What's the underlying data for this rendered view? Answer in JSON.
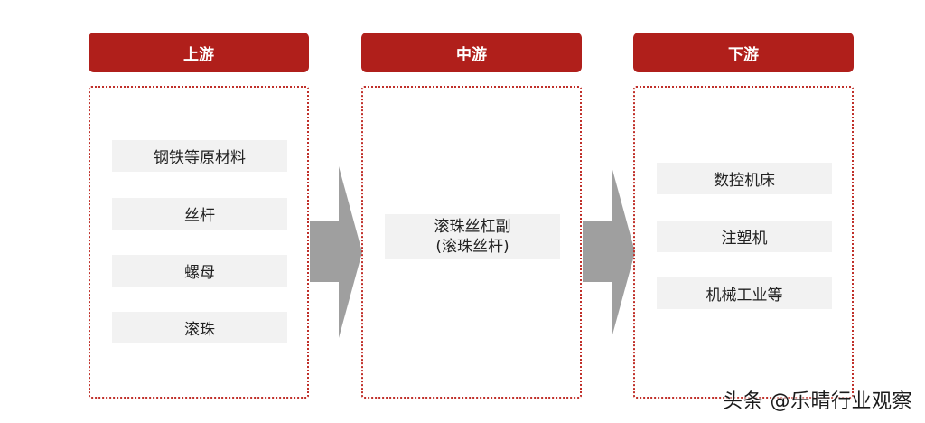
{
  "columns": [
    {
      "header": "上游",
      "items": [
        "钢铁等原材料",
        "丝杆",
        "螺母",
        "滚珠"
      ]
    },
    {
      "header": "中游",
      "items": [
        [
          "滚珠丝杠副",
          "(滚珠丝杆)"
        ]
      ]
    },
    {
      "header": "下游",
      "items": [
        "数控机床",
        "注塑机",
        "机械工业等"
      ]
    }
  ],
  "watermark": "头条 @乐晴行业观察",
  "colors": {
    "header_bg": "#b01f1b",
    "dotted_border": "#c0302a",
    "item_bg": "#f2f2f2",
    "arrow": "#9f9f9f"
  }
}
